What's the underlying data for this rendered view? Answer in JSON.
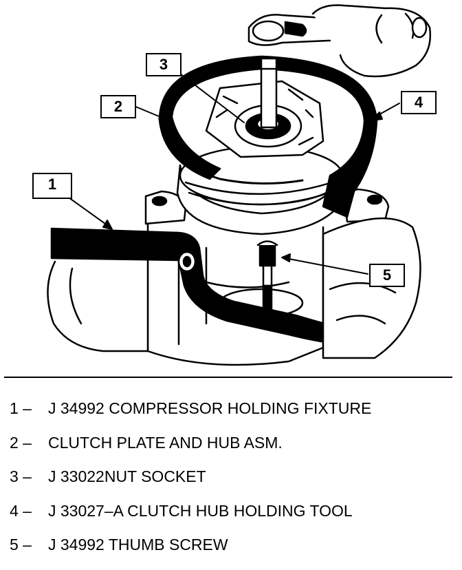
{
  "callouts": [
    {
      "label": "3"
    },
    {
      "label": "2"
    },
    {
      "label": "4"
    },
    {
      "label": "1"
    },
    {
      "label": "5"
    }
  ],
  "legend": [
    {
      "num": "1 –",
      "text": "J 34992 COMPRESSOR HOLDING FIXTURE"
    },
    {
      "num": "2 –",
      "text": "CLUTCH PLATE AND HUB ASM."
    },
    {
      "num": "3 –",
      "text": "J 33022NUT SOCKET"
    },
    {
      "num": "4 –",
      "text": "J 33027–A CLUTCH HUB HOLDING TOOL"
    },
    {
      "num": "5 –",
      "text": "J 34992 THUMB SCREW"
    }
  ]
}
